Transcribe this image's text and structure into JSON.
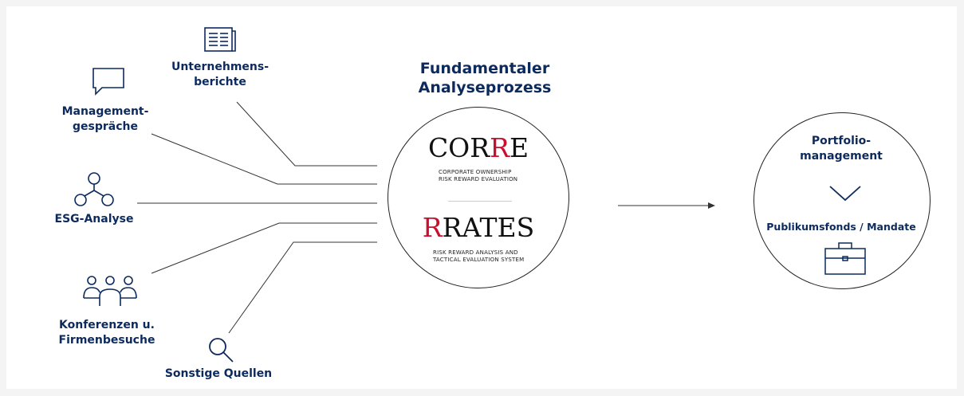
{
  "title": [
    "Fundamentaler",
    "Analyseprozess"
  ],
  "sources": {
    "berichte": [
      "Unternehmens-",
      "berichte"
    ],
    "management": [
      "Management-",
      "gespräche"
    ],
    "esg": "ESG-Analyse",
    "konferenzen": [
      "Konferenzen u.",
      "Firmenbesuche"
    ],
    "sonstige": "Sonstige Quellen"
  },
  "corre": {
    "logo_main": "COR",
    "logo_red": "R",
    "logo_end": "E",
    "sub": [
      "CORPORATE OWNERSHIP",
      "RISK REWARD EVALUATION"
    ]
  },
  "rrates": {
    "logo_red": "R",
    "logo_main": "RATES",
    "sub": [
      "RISK REWARD ANALYSIS AND",
      "TACTICAL EVALUATION SYSTEM"
    ]
  },
  "portfolio": {
    "heading": [
      "Portfolio-",
      "management"
    ],
    "sub": "Publikumsfonds / Mandate"
  },
  "colors": {
    "navy": "#0c2a5e",
    "accent_red": "#c8102e"
  },
  "icons": [
    "document-icon",
    "speech-bubble-icon",
    "esg-network-icon",
    "people-icon",
    "search-icon",
    "chevron-down-icon",
    "briefcase-icon",
    "arrow-right-icon"
  ]
}
